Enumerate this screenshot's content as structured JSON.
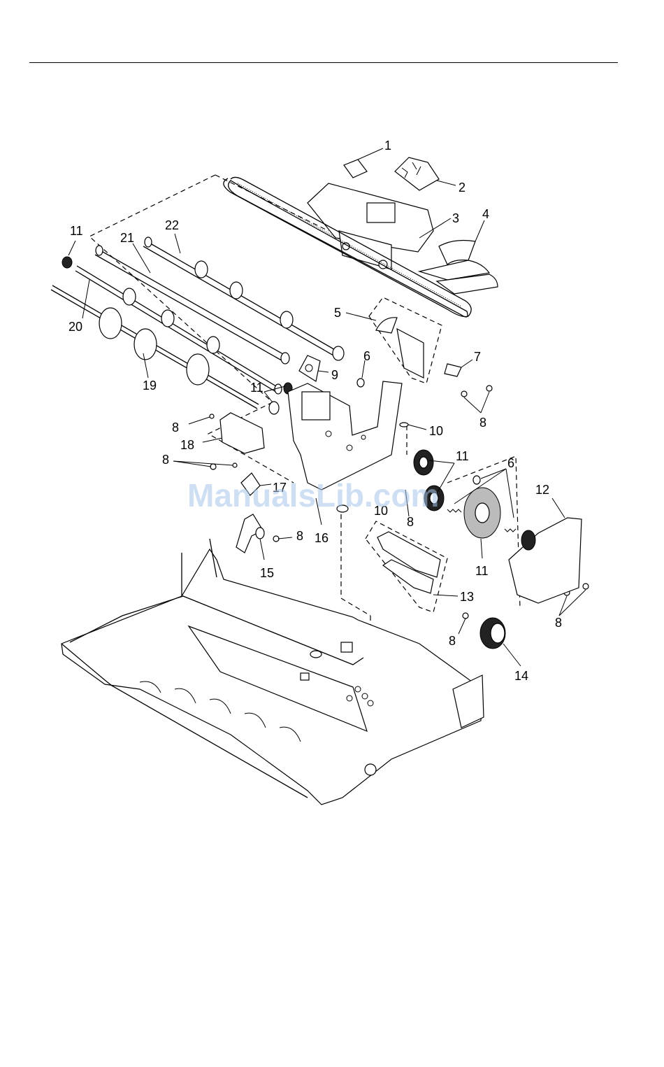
{
  "diagram": {
    "callouts": {
      "c1": "1",
      "c2": "2",
      "c3": "3",
      "c4": "4",
      "c5": "5",
      "c6a": "6",
      "c6b": "6",
      "c7": "7",
      "c8a": "8",
      "c8b": "8",
      "c8c": "8",
      "c8d": "8",
      "c8e": "8",
      "c8f": "8",
      "c8g": "8",
      "c9": "9",
      "c10a": "10",
      "c10b": "10",
      "c11a": "11",
      "c11b": "11",
      "c11c": "11",
      "c11d": "11",
      "c12": "12",
      "c13": "13",
      "c14": "14",
      "c15": "15",
      "c16": "16",
      "c17": "17",
      "c18": "18",
      "c19": "19",
      "c20": "20",
      "c21": "21",
      "c22": "22"
    },
    "watermark": "ManualsLib.com"
  }
}
